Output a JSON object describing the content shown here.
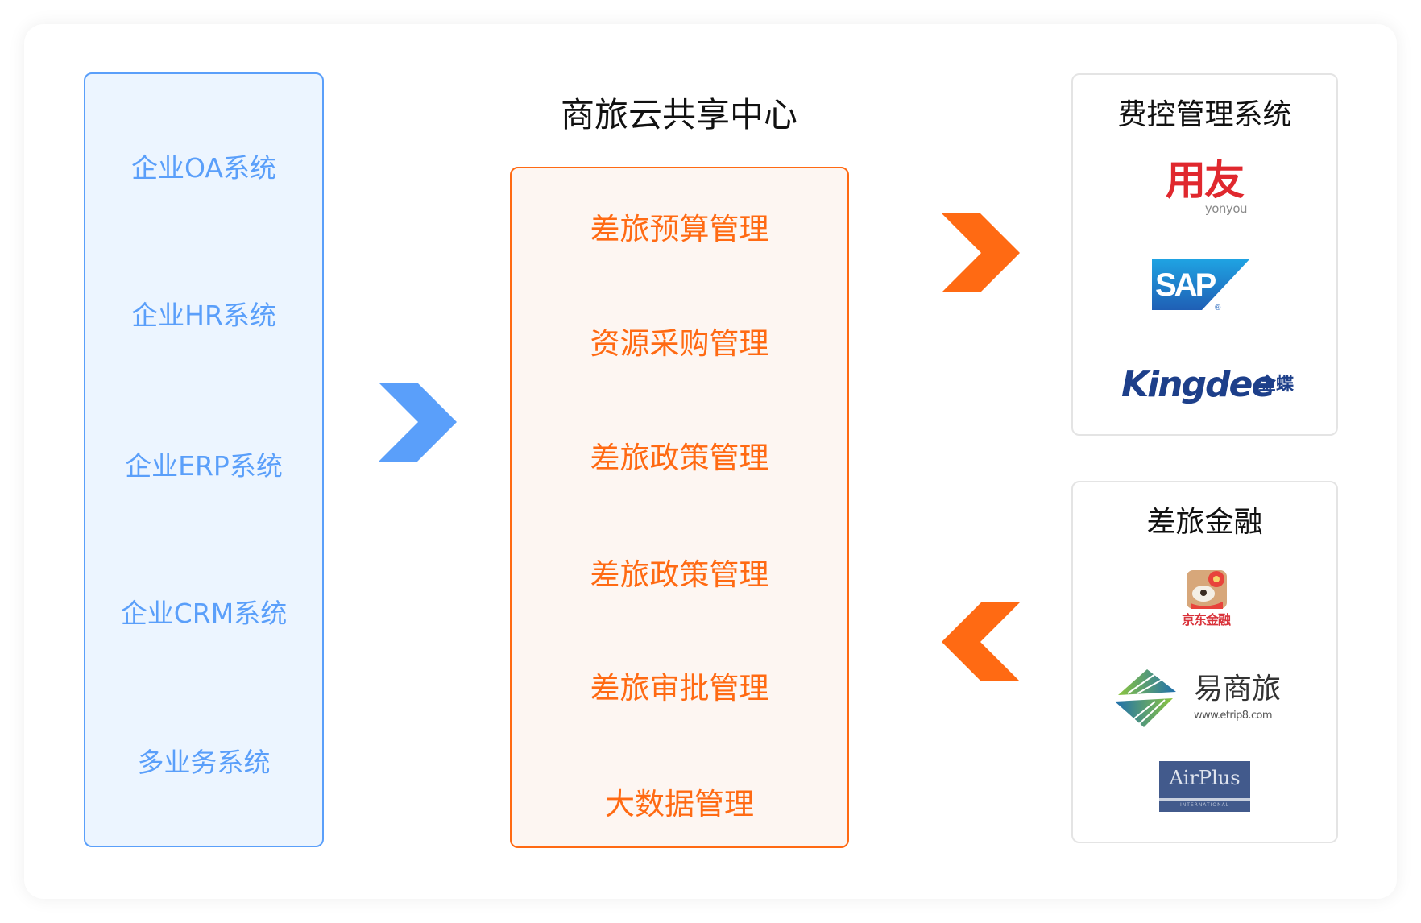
{
  "left_panel": {
    "items": [
      {
        "label": "企业OA系统"
      },
      {
        "label": "企业HR系统"
      },
      {
        "label": "企业ERP系统"
      },
      {
        "label": "企业CRM系统"
      },
      {
        "label": "多业务系统"
      }
    ]
  },
  "center": {
    "title": "商旅云共享中心",
    "items": [
      {
        "label": "差旅预算管理"
      },
      {
        "label": "资源采购管理"
      },
      {
        "label": "差旅政策管理"
      },
      {
        "label": "差旅政策管理"
      },
      {
        "label": "差旅审批管理"
      },
      {
        "label": "大数据管理"
      }
    ]
  },
  "arrows": {
    "left_to_center": {
      "direction": "right",
      "color": "#5a9ffa"
    },
    "center_to_expense": {
      "direction": "right",
      "color": "#ff6a13"
    },
    "finance_to_center": {
      "direction": "left",
      "color": "#ff6a13"
    }
  },
  "expense_card": {
    "title": "费控管理系统",
    "logos": {
      "yonyou": {
        "cn": "用友",
        "en": "yonyou"
      },
      "sap": {
        "text": "SAP",
        "mark": "®"
      },
      "kingdee": {
        "en": "Kingdee",
        "cn": "金蝶"
      }
    }
  },
  "finance_card": {
    "title": "差旅金融",
    "logos": {
      "jd": {
        "text": "京东金融"
      },
      "etrip": {
        "cn": "易商旅",
        "url": "www.etrip8.com"
      },
      "airplus": {
        "name": "AirPlus",
        "sub": "INTERNATIONAL"
      }
    }
  },
  "colors": {
    "blue": "#5a9ffa",
    "blue_bg": "#ecf5ff",
    "orange": "#ff6a13",
    "orange_bg": "#fdf6f2",
    "title": "#111111"
  }
}
